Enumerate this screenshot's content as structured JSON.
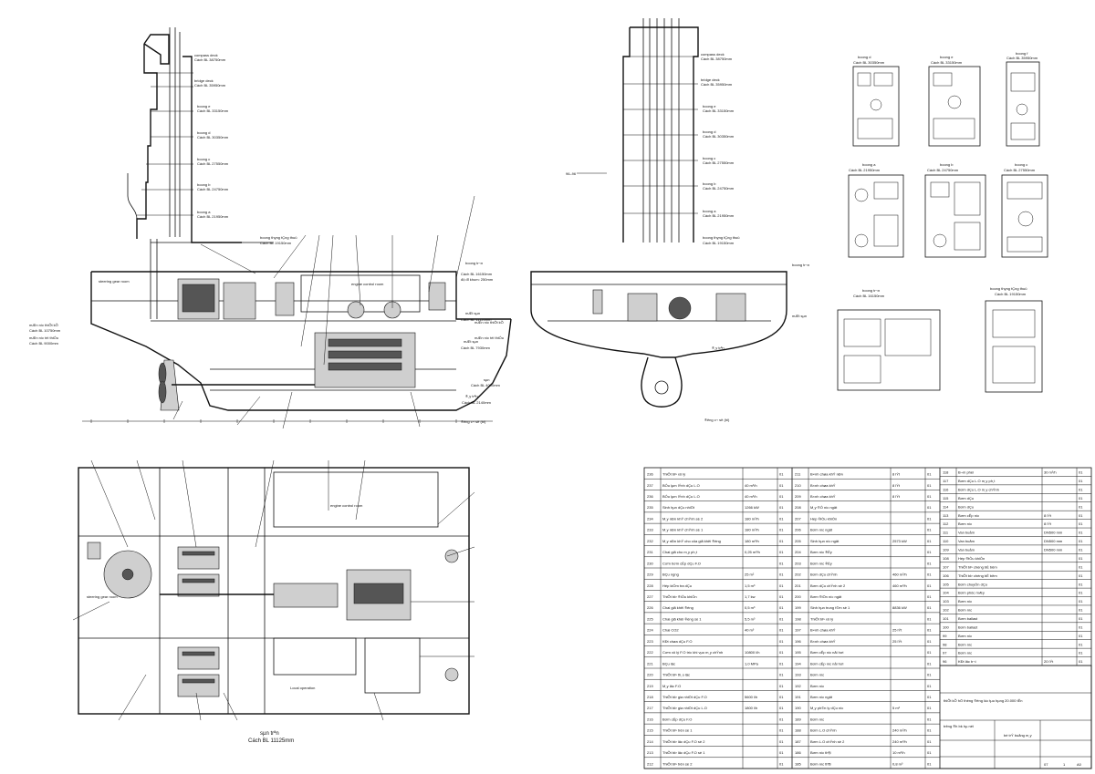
{
  "profile_view": {
    "decks": [
      {
        "name": "compass deck",
        "elev": "Cách BL 38750mm"
      },
      {
        "name": "bridge deck",
        "elev": "Cách BL 35950mm"
      },
      {
        "name": "boong e",
        "elev": "Cách BL 33150mm"
      },
      {
        "name": "boong d",
        "elev": "Cách BL 30350mm"
      },
      {
        "name": "boong c",
        "elev": "Cách BL 27550mm"
      },
      {
        "name": "boong b",
        "elev": "Cách BL 24750mm"
      },
      {
        "name": "boong a",
        "elev": "Cách BL 21950mm"
      },
      {
        "name": "boong th­ỵng tÇng thuû",
        "elev": "Cách BL 19150mm"
      }
    ],
    "rooms": [
      "steering gear room",
      "engine control room"
    ],
    "levels": [
      {
        "name": "boong tr¬n",
        "elev": "Cách BL 16150mm",
        "note": "độ đỉ khum: 250mm"
      },
      {
        "name": "mÆt sµn",
        "elev": "Cách BL 11120mm"
      },
      {
        "name": "mÆt sµn",
        "elev": "Cách BL 7930mm"
      },
      {
        "name": "sµn",
        "elev": "Cách BL 4000mm"
      },
      {
        "name": "®¸y trªn",
        "elev": "Cách BL 2140mm"
      }
    ],
    "left_levels": [
      {
        "name": "mÆn n­íc thiÕt kÕ",
        "elev": "Cách BL 10750mm"
      },
      {
        "name": "mÆn n­íc tèi thiÓu",
        "elev": "Cách BL 9000mm"
      }
    ],
    "section_mark": "®­êng c¬ së (bl)"
  },
  "section_view": {
    "decks": [
      "compass deck",
      "bridge deck",
      "boong e",
      "boong d",
      "boong c",
      "boong b",
      "boong a",
      "boong th­ỵng tÇng thuû"
    ],
    "elevs": [
      "Cách BL 38750mm",
      "Cách BL 35950mm",
      "Cách BL 33150mm",
      "Cách BL 30350mm",
      "Cách BL 27550mm",
      "Cách BL 24750mm",
      "Cách BL 21950mm",
      "Cách BL 19150mm"
    ],
    "labels": {
      "boong_tron": "boong tr¬n",
      "sam": "mÆt sµn",
      "mn_tk": "mÆn n­íc thiÕt kÕ",
      "mn_tt": "mÆn n­íc tèi thiÓu",
      "day": "®¸y trªn",
      "bl": "®­êng c¬ së (bl)"
    },
    "cut_mark": "96–96"
  },
  "deck_plans": {
    "row1": [
      {
        "name": "boong d",
        "elev": "Cách BL 30350mm"
      },
      {
        "name": "boong e",
        "elev": "Cách BL 33150mm"
      },
      {
        "name": "boong f",
        "elev": "Cách BL 35950mm"
      }
    ],
    "row2": [
      {
        "name": "boong a",
        "elev": "Cách BL 21950mm"
      },
      {
        "name": "boong b",
        "elev": "Cách BL 24750mm"
      },
      {
        "name": "boong c",
        "elev": "Cách BL 27550mm"
      }
    ],
    "row3": [
      {
        "name": "boong tr¬n",
        "elev": "Cách BL 16150mm"
      },
      {
        "name": "boong th­ỵng tÇng thuû",
        "elev": "Cách BL 19150mm"
      }
    ]
  },
  "plan_view": {
    "title": "sµn trªn",
    "elev": "Cách BL 11125mm",
    "rooms": [
      "steering gear room",
      "engine control room",
      "Local operation"
    ]
  },
  "parts_table": {
    "columns": [
      [
        [
          "236",
          "ThiÕt bÞ xö lý",
          "",
          "01"
        ],
        [
          "237",
          "BÓu lµm lÝnh dÇu L.O",
          "40 m³/h",
          "01"
        ],
        [
          "236",
          "BÓu lµm lÝnh dÇu L.O",
          "40 m³/h",
          "01"
        ],
        [
          "235",
          "Sinh hµn dÇu nhiÖt",
          "1266 kW",
          "01"
        ],
        [
          "234",
          "M¸y nÐn khÝ chÝnh sè 2",
          "180 m³/h",
          "01"
        ],
        [
          "233",
          "M¸y nÐn khÝ chÝnh sè 1",
          "180 m³/h",
          "01"
        ],
        [
          "232",
          "M¸y nÐn khÝ cho cöa giã khëi ®éng",
          "180 m³/h",
          "01"
        ],
        [
          "231",
          "Chai giã cho m¸y ph¸t",
          "0,25 m³/h",
          "01"
        ],
        [
          "230",
          "Cơm bơm cÊp dÇu F.O",
          "",
          "01"
        ],
        [
          "229",
          "BÇu ng­ng",
          "25 m²",
          "01"
        ],
        [
          "228",
          "Hép kiÓm tra dÇu",
          "1,5 m³",
          "01"
        ],
        [
          "227",
          "ThiÕt bÞ ®iÒu khiÓn",
          "1,7 kw",
          "01"
        ],
        [
          "226",
          "Chai giã khëi ®éng",
          "0,5 m³",
          "01"
        ],
        [
          "225",
          "Chai giã khëi ®éng sè 1",
          "5,5 m³",
          "01"
        ],
        [
          "224",
          "Chai CO2",
          "40 m³",
          "01"
        ],
        [
          "223",
          "KÐt chøa dÇu F.O",
          "",
          "01"
        ],
        [
          "222",
          "Cơm xö lý F.O tr­íc khi vµo m¸y chÝnh",
          "10800 l/h",
          "01"
        ],
        [
          "221",
          "BÇu läc",
          "1,0 MPa",
          "01"
        ],
        [
          "220",
          "ThiÕt bÞ th¸o läc",
          "",
          "01"
        ],
        [
          "219",
          "M¸y läc F.O",
          "",
          "01"
        ],
        [
          "218",
          "ThiÕt bÞ gia nhiÖt dÇu F.O",
          "5600 l/h",
          "01"
        ],
        [
          "217",
          "ThiÕt bÞ gia nhiÖt dÇu L.O",
          "1800 l/h",
          "01"
        ],
        [
          "216",
          "Bơm cÊp dÇu F.O",
          "",
          "01"
        ],
        [
          "215",
          "ThiÕt bÞ tr­ên sè 1",
          "",
          "01"
        ],
        [
          "214",
          "ThiÕt bÞ läc dÇu F.O sè 2",
          "",
          "01"
        ],
        [
          "213",
          "ThiÕt bÞ läc dÇu F.O sè 1",
          "",
          "01"
        ],
        [
          "212",
          "ThiÕt bÞ tr­ên sè 2",
          "",
          "01"
        ]
      ],
      [
        [
          "211",
          "B×nh chøa khÝ nÐn",
          "8 lÝt",
          "01"
        ],
        [
          "210",
          "B×nh chøa khÝ",
          "8 lÝt",
          "01"
        ],
        [
          "209",
          "B×nh chøa khÝ",
          "8 lÝt",
          "01"
        ],
        [
          "208",
          "M¸y ®Ó n­íc ngät",
          "",
          "01"
        ],
        [
          "207",
          "Hép ®iÒu khiÓn",
          "",
          "01"
        ],
        [
          "206",
          "Bơm n­íc ngät",
          "",
          "01"
        ],
        [
          "205",
          "Sinh hµn n­íc ngät",
          "2573 kW",
          "01"
        ],
        [
          "204",
          "Bơm n­íc ®Èy",
          "",
          "01"
        ],
        [
          "203",
          "Bơm n­íc ®Èy",
          "",
          "01"
        ],
        [
          "202",
          "Bơm dÇu chÝnh",
          "460 m³/h",
          "01"
        ],
        [
          "201",
          "Bơm dÇu chÝnh sè 2",
          "460 m³/h",
          "01"
        ],
        [
          "200",
          "Bơm ®iÖn n­íc ngät",
          "",
          "01"
        ],
        [
          "199",
          "Sinh hµn trung t©m sè 1",
          "8836 kW",
          "01"
        ],
        [
          "198",
          "ThiÕt bÞ xö lý",
          "",
          "01"
        ],
        [
          "197",
          "B×nh chøa khÝ",
          "25 lÝt",
          "01"
        ],
        [
          "196",
          "B×nh chøa khÝ",
          "25 lÝt",
          "01"
        ],
        [
          "195",
          "Bơm cÊp n­íc nåi hơi",
          "",
          "01"
        ],
        [
          "194",
          "Bơm cÊp n­íc nåi hơi",
          "",
          "01"
        ],
        [
          "193",
          "Bơm n­íc",
          "",
          "01"
        ],
        [
          "192",
          "Bơm n­íc",
          "",
          "01"
        ],
        [
          "191",
          "Bơm n­íc ngät",
          "",
          "01"
        ],
        [
          "190",
          "M¸y ph©n ly dÇu n­íc",
          "5 m³",
          "01"
        ],
        [
          "189",
          "Bơm n­íc",
          "",
          "01"
        ],
        [
          "188",
          "Bơm L.O chÝnh",
          "240 m³/h",
          "01"
        ],
        [
          "187",
          "Bơm L.O chÝnh sè 2",
          "240 m³/h",
          "01"
        ],
        [
          "186",
          "Bơm n­íc th¶i",
          "10 m³/h",
          "01"
        ],
        [
          "185",
          "Bơm n­íc th¶i",
          "0,8 m³",
          "01"
        ]
      ],
      [
        [
          "118",
          "B¬m phèi",
          "30 m³/h",
          "01"
        ],
        [
          "117",
          "Bơm dÇu L.O m¸y ph¸t",
          "",
          "01"
        ],
        [
          "116",
          "Bơm dÇu L.O m¸y chÝnh",
          "",
          "01"
        ],
        [
          "115",
          "Bơm dÇu",
          "",
          "01"
        ],
        [
          "114",
          "Bơm dÇu",
          "",
          "01"
        ],
        [
          "113",
          "Bơm cÊp n­íc",
          "8 lÝt",
          "01"
        ],
        [
          "112",
          "Bơm n­íc",
          "8 lÝt",
          "01"
        ],
        [
          "111",
          "Van buåm",
          "DN500 mm",
          "01"
        ],
        [
          "110",
          "Van buåm",
          "DN500 mm",
          "01"
        ],
        [
          "109",
          "Van buåm",
          "DN500 mm",
          "01"
        ],
        [
          "108",
          "Hép ®iÒu khiÓn",
          "",
          "01"
        ],
        [
          "107",
          "ThiÕt bÞ chèng bÉ bëm",
          "",
          "01"
        ],
        [
          "106",
          "ThiÕt bÞ chèng bÉ bëm",
          "",
          "01"
        ],
        [
          "105",
          "Bơm chuyÓn dÇu",
          "",
          "01"
        ],
        [
          "104",
          "Bơm phôc mÆy",
          "",
          "01"
        ],
        [
          "103",
          "Bơm n­íc",
          "",
          "01"
        ],
        [
          "102",
          "Bơm n­íc",
          "",
          "01"
        ],
        [
          "101",
          "Bơm ballast",
          "",
          "01"
        ],
        [
          "100",
          "Bơm ballast",
          "",
          "01"
        ],
        [
          "99",
          "Bơm n­íc",
          "",
          "01"
        ],
        [
          "98",
          "Bơm n­íc",
          "",
          "01"
        ],
        [
          "97",
          "Bơm n­íc",
          "",
          "01"
        ],
        [
          "96",
          "KÐt läc b¬i",
          "20 lÝt",
          "01"
        ]
      ]
    ]
  },
  "title_block": {
    "project": "thiÕt kÕ hÖ thèng ®éng lùc tµu hµng 20.000 tÊn",
    "drawing": "bè trÝ buång m¸y",
    "school": "tr­êng ®h bk hµ néi",
    "sheet": "07",
    "total": "1",
    "size": "A0"
  }
}
